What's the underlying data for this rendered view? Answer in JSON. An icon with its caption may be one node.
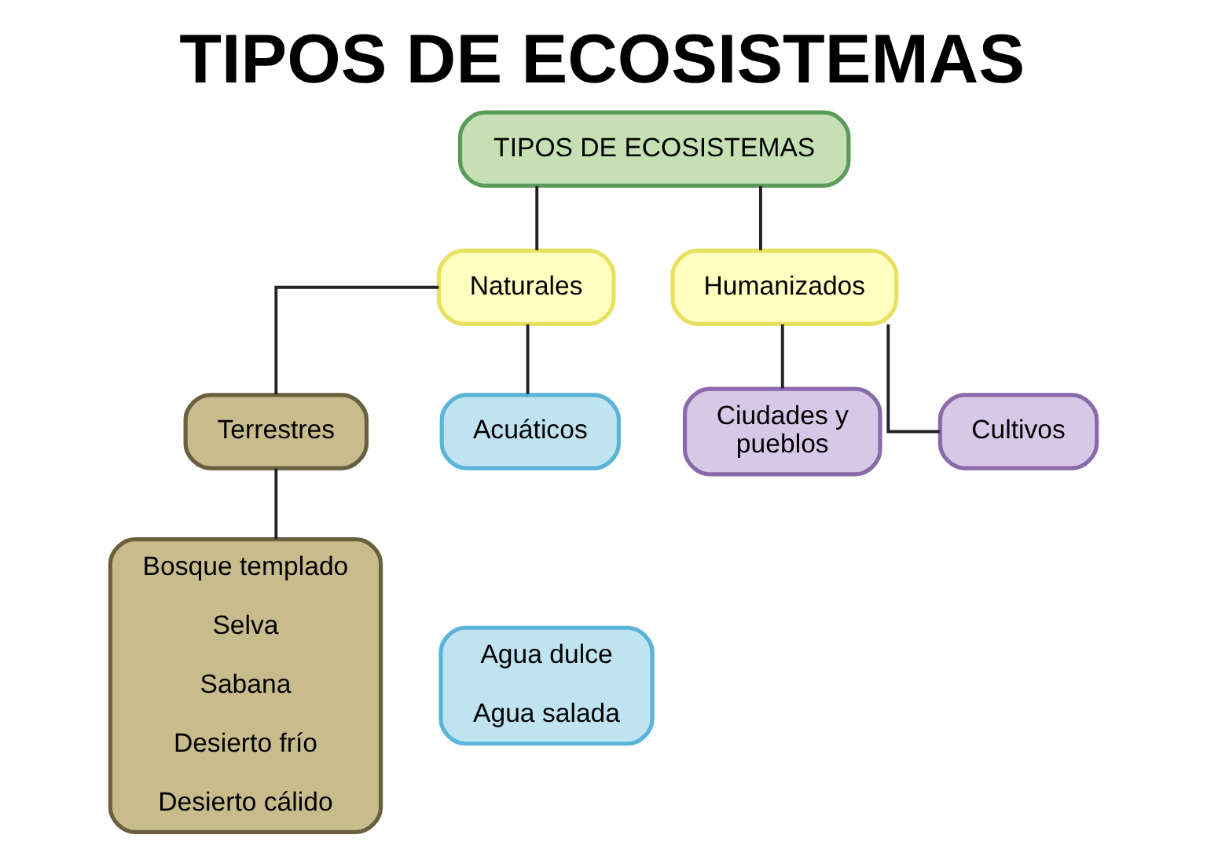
{
  "diagram": {
    "title": "TIPOS DE ECOSISTEMAS",
    "nodes": [
      {
        "text": [
          "TIPOS DE ECOSISTEMAS"
        ]
      },
      {
        "text": [
          "Naturales"
        ]
      },
      {
        "text": [
          "Humanizados"
        ]
      },
      {
        "text": [
          "Terrestres"
        ]
      },
      {
        "text": [
          "Acuáticos"
        ]
      },
      {
        "text": [
          "Bosque templado",
          "Selva",
          "Sabana",
          "Desierto frío",
          "Desierto cálido"
        ]
      },
      {
        "text": [
          "Agua dulce",
          "Agua salada"
        ]
      },
      {
        "text": [
          "Ciudades y pueblos"
        ]
      },
      {
        "text": [
          "Cultivos"
        ]
      }
    ],
    "edges": [
      {
        "from": 0,
        "to": 1,
        "arrow": "none"
      },
      {
        "from": 0,
        "to": 2,
        "arrow": "none"
      },
      {
        "from": 1,
        "to": 3,
        "arrow": "none"
      },
      {
        "from": 1,
        "to": 4,
        "arrow": "none"
      },
      {
        "from": 3,
        "to": 5,
        "arrow": "none"
      },
      {
        "from": 2,
        "to": 7,
        "arrow": "none"
      },
      {
        "from": 2,
        "to": 8,
        "arrow": "none"
      }
    ]
  }
}
